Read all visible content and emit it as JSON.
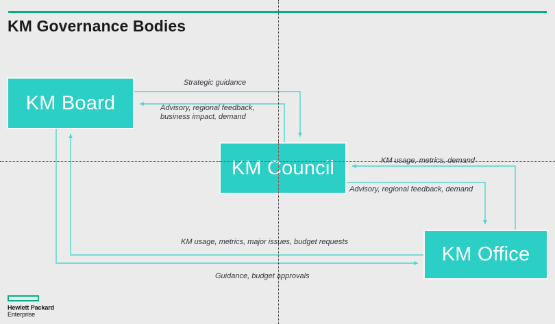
{
  "slide": {
    "title": "KM Governance Bodies",
    "background_color": "#ebebeb",
    "accent_color": "#00b188",
    "node_color": "#2bcfc6",
    "connector_color": "#4fd6cd"
  },
  "nodes": [
    {
      "id": "km-board",
      "label": "KM Board"
    },
    {
      "id": "km-council",
      "label": "KM Council"
    },
    {
      "id": "km-office",
      "label": "KM Office"
    }
  ],
  "edges": [
    {
      "id": "board-to-council",
      "from": "KM Board",
      "to": "KM Council",
      "label": "Strategic guidance"
    },
    {
      "id": "council-to-board",
      "from": "KM Council",
      "to": "KM Board",
      "label": "Advisory, regional feedback, business impact, demand"
    },
    {
      "id": "office-to-council",
      "from": "KM Office",
      "to": "KM Council",
      "label": "KM usage, metrics, demand"
    },
    {
      "id": "council-to-office",
      "from": "KM Council",
      "to": "KM Office",
      "label": "Advisory, regional feedback, demand"
    },
    {
      "id": "office-to-board",
      "from": "KM Office",
      "to": "KM Board",
      "label": "KM usage, metrics, major issues, budget requests"
    },
    {
      "id": "board-to-office",
      "from": "KM Board",
      "to": "KM Office",
      "label": "Guidance, budget approvals"
    }
  ],
  "logo": {
    "line1": "Hewlett Packard",
    "line2": "Enterprise",
    "mark_color": "#00b188"
  }
}
